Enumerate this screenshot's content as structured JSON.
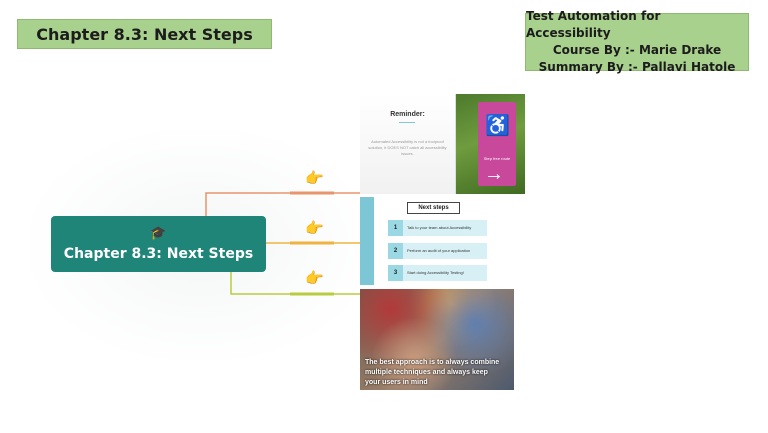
{
  "header": {
    "title": "Chapter 8.3: Next Steps",
    "credits": [
      "Test Automation for Accessibility",
      "Course By :- Marie Drake",
      "Summary By :- Pallavi Hatole"
    ]
  },
  "mindmap": {
    "central_topic": "Chapter 8.3: Next Steps",
    "central_icon": "graduation-cap-icon",
    "branch_marker": "👉",
    "branch_colors": [
      "#e8956b",
      "#f0b341",
      "#b9cc3f"
    ],
    "node_color": "#1f8578"
  },
  "panels": {
    "reminder": {
      "title": "Reminder:",
      "text": "Automated Accessibility is not a foolproof solution, it DOES NOT catch all accessibility issues.",
      "sign_text": "Step free route"
    },
    "next_steps": {
      "title": "Next steps",
      "steps": [
        {
          "num": "1",
          "text": "Talk to your team about Accessibility"
        },
        {
          "num": "2",
          "text": "Perform an audit of your application"
        },
        {
          "num": "3",
          "text": "Start doing Accessibility Testing!"
        }
      ]
    },
    "best_approach": {
      "caption": "The best approach is to always combine multiple techniques and always keep your users in mind"
    }
  }
}
